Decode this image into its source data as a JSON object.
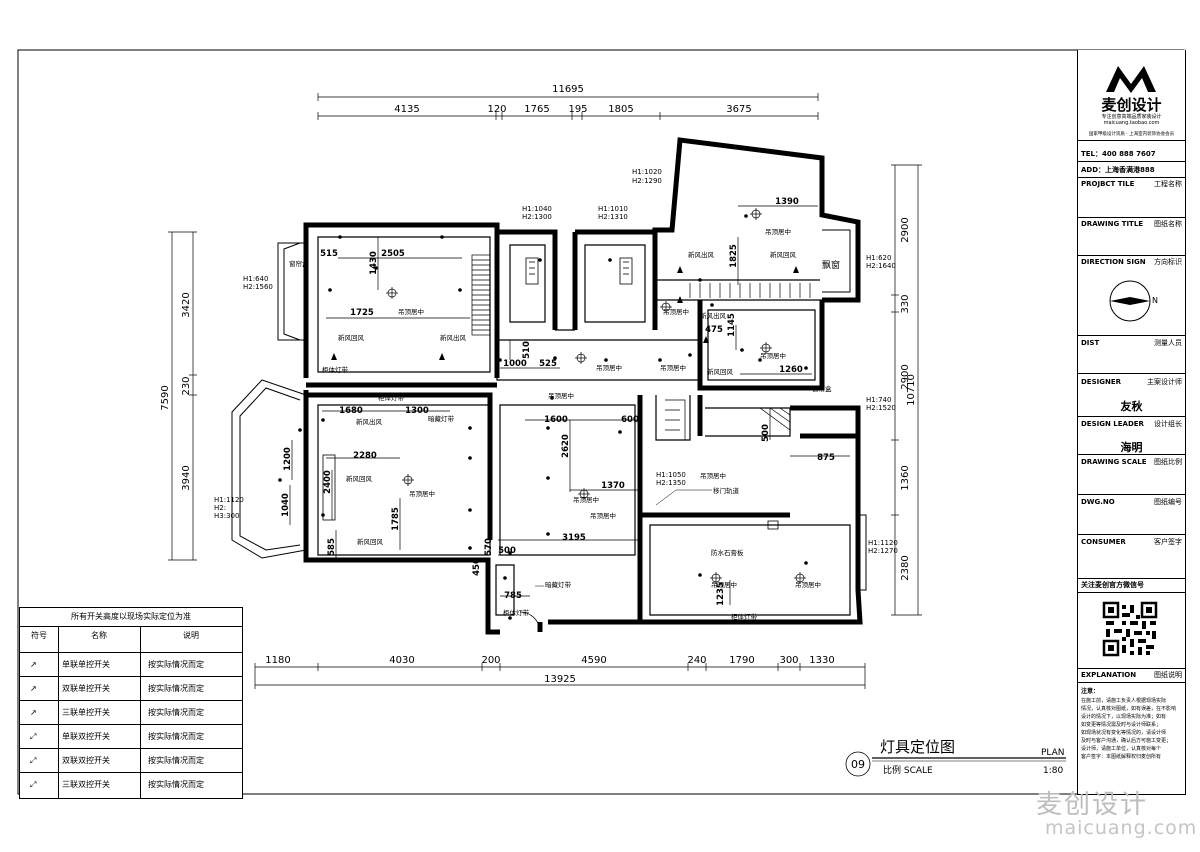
{
  "dims_top": {
    "overall": "11695",
    "segments": [
      "4135",
      "120",
      "1765",
      "195",
      "1805",
      "3675"
    ]
  },
  "dims_bottom": {
    "overall": "13925",
    "segments": [
      "1180",
      "4030",
      "200",
      "4590",
      "240",
      "1790",
      "300",
      "1330"
    ]
  },
  "dims_left": {
    "overall": "7590",
    "segments": [
      "3420",
      "230",
      "3940"
    ]
  },
  "dims_right": {
    "overall": "10710",
    "segments": [
      "2900",
      "330",
      "2900",
      "1360",
      "2380"
    ]
  },
  "interior_dims": [
    "2505",
    "1430",
    "515",
    "1725",
    "510",
    "1000",
    "525",
    "1390",
    "1825",
    "475",
    "1145",
    "1260",
    "500",
    "875",
    "1680",
    "1300",
    "1200",
    "2280",
    "2400",
    "1040",
    "1785",
    "585",
    "1600",
    "600",
    "2620",
    "1370",
    "3195",
    "500",
    "450",
    "570",
    "785",
    "1235"
  ],
  "window_heights": [
    "H1:1020",
    "H2:1290",
    "H1:1040",
    "H2:1300",
    "H1:1010",
    "H2:1310",
    "H1:620",
    "H2:1640",
    "H1:640",
    "H2:1560",
    "H1:740",
    "H2:1520",
    "H1:1050",
    "H2:1350",
    "H1:1120",
    "H2:",
    "H3:300",
    "H1:1120",
    "H2:1270"
  ],
  "labels": {
    "diaoding_1": "吊顶居中",
    "diaoding_2": "吊顶居中",
    "diaoding_3": "吊顶居中",
    "diaoding_4": "吊顶居中",
    "diaoding_5": "吊顶居中",
    "diaoding_6": "吊顶居中",
    "diaoding_7": "吊顶居中",
    "diaoding_8": "吊顶居中",
    "diaoding_9": "吊顶居中",
    "diaoding_10": "吊顶居中",
    "diaoding_11": "吊顶居中",
    "diaoding_12": "吊顶居中",
    "diaoding_13": "吊顶居中",
    "xinfeng_chu_1": "新风出风",
    "xinfeng_chu_2": "新风出风",
    "xinfeng_chu_3": "新风出风",
    "xinfeng_chu_4": "新风出风",
    "xinfeng_hui_1": "新风回风",
    "xinfeng_hui_2": "新风回风",
    "xinfeng_hui_3": "新风回风",
    "xinfeng_hui_4": "新风回风",
    "xinfeng_hui_5": "新风回风",
    "guiti_1": "柜体灯带",
    "guiti_2": "柜体灯带",
    "guiti_3": "柜体灯带",
    "guiti_4": "柜体灯带",
    "anzang_1": "暗藏灯带",
    "anzang_2": "暗藏灯带",
    "chuanglianhe_1": "窗帘盒",
    "chuanglianhe_2": "窗帘盒",
    "piaochuang": "飘窗",
    "yimen": "移门轨道",
    "fangshui": "防水石膏板"
  },
  "plan_title": {
    "number": "09",
    "title": "灯具定位图",
    "scale_label": "比例 SCALE",
    "plan": "PLAN",
    "scale": "1:80"
  },
  "legend": {
    "header": "所有开关高度以现场实际定位为准",
    "columns": [
      "符号",
      "名称",
      "说明"
    ],
    "rows": [
      {
        "name": "单联单控开关",
        "desc": "按实际情况而定"
      },
      {
        "name": "双联单控开关",
        "desc": "按实际情况而定"
      },
      {
        "name": "三联单控开关",
        "desc": "按实际情况而定"
      },
      {
        "name": "单联双控开关",
        "desc": "按实际情况而定"
      },
      {
        "name": "双联双控开关",
        "desc": "按实际情况而定"
      },
      {
        "name": "三联双控开关",
        "desc": "按实际情况而定"
      }
    ]
  },
  "title_block": {
    "logo_text": "麦创设计",
    "logo_sub1": "专注创意高端品质家装设计",
    "logo_sub2": "maicuang.taobao.com",
    "logo_sub3": "国家甲级设计资质 · 上海室内装饰协会会员",
    "tel": "TEL：400 888 7607",
    "add": "ADD：上海香满港888",
    "project_title_en": "PROJBCT TILE",
    "project_title_cn": "工程名称",
    "drawing_title_en": "DRAWING TITLE",
    "drawing_title_cn": "图纸名称",
    "direction_en": "DIRECTION SIGN",
    "direction_cn": "方向标识",
    "north": "N",
    "dist_en": "DIST",
    "dist_cn": "测量人员",
    "designer_en": "DESIGNER",
    "designer_cn": "主案设计师",
    "designer_name": "友秋",
    "leader_en": "DESIGN LEADER",
    "leader_cn": "设计组长",
    "leader_name": "海明",
    "scale_en": "DRAWING SCALE",
    "scale_cn": "图纸比例",
    "dwgno_en": "DWG.NO",
    "dwgno_cn": "图纸编号",
    "consumer_en": "CONSUMER",
    "consumer_cn": "客户签字",
    "follow": "关注麦创官方微信号",
    "explanation_en": "EXPLANATION",
    "explanation_cn": "图纸说明",
    "note_head": "注意：",
    "notes": [
      "在施工前，请施工负责人根据现场实际",
      "情况，认真核对图纸，如有误差，在不影响",
      "设计的情况下，以现场实际为准；如有",
      "如变更等情况需及时与设计师联系；",
      "如现场状况有变化等情况的，请设计师",
      "及时与客户沟通，确认后方可施工变更；",
      "设计师，请施工单位，认真核对每个",
      "客户签字：本图纸解释权归麦创所有"
    ]
  },
  "watermark": {
    "cn": "麦创设计",
    "en": "maicuang.com"
  }
}
